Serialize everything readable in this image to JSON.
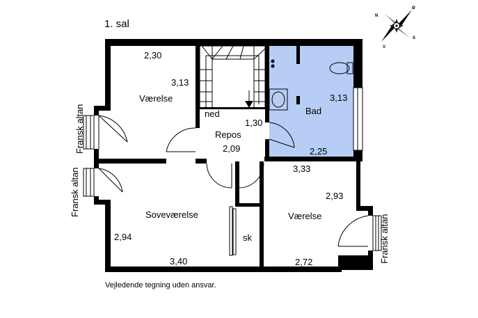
{
  "title": "1. sal",
  "footer": "Vejledende tegning uden ansvar.",
  "compass": {
    "n": "N",
    "o": "Ø",
    "s": "S",
    "v": "V"
  },
  "rooms": {
    "vaerelse_top": {
      "name": "Værelse",
      "width": "2,30",
      "depth": "3,13"
    },
    "stairs": {
      "label": "ned"
    },
    "bad": {
      "name": "Bad",
      "depth": "3,13",
      "width": "2,25",
      "fill": "#b7cdf6"
    },
    "repos": {
      "name": "Repos",
      "width": "2,09",
      "depth": "1,30"
    },
    "sovevaerelse": {
      "name": "Soveværelse",
      "depth": "2,94",
      "width": "3,40"
    },
    "closet": {
      "label": "sk"
    },
    "vaerelse_bottom": {
      "name": "Værelse",
      "width": "3,33",
      "depth": "2,93",
      "width2": "2,72"
    }
  },
  "balconies": {
    "left_top": "Fransk altan",
    "left_bottom": "Fransk altan",
    "right": "Fransk altan"
  }
}
